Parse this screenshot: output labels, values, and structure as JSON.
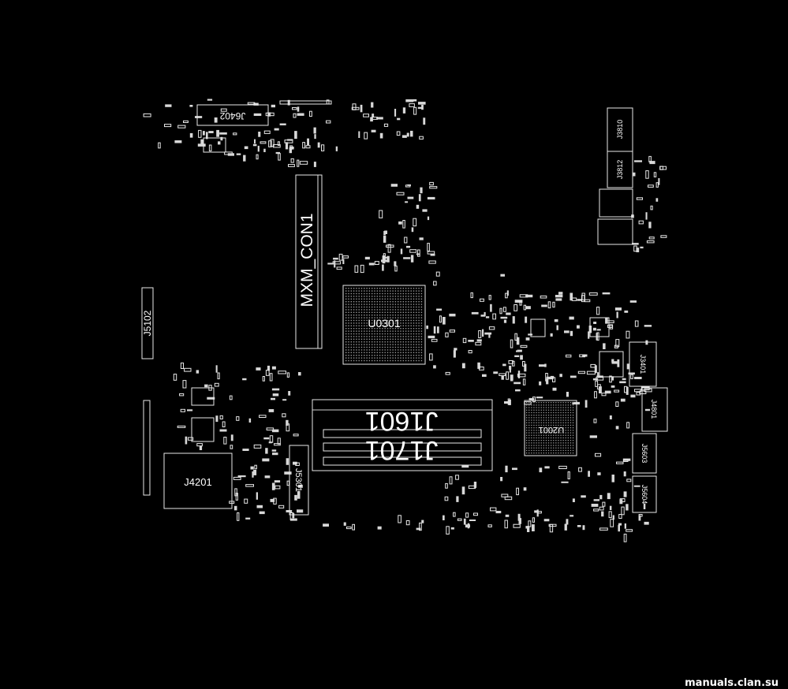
{
  "board": {
    "connectors": {
      "mxm": "MXM_CON1",
      "j6402": "J6402",
      "j5102": "J5102",
      "j4201": "J4201",
      "j5301": "J5301",
      "j1601": "J1601",
      "j1701": "J1701",
      "j3810": "J3810",
      "j3812": "J3812",
      "j3401": "J3401",
      "j4801": "J4801",
      "j5603": "J5603",
      "j5604": "J5604"
    },
    "chips": {
      "u0301": "U0301",
      "u2001": "U2001"
    }
  },
  "watermark": "manuals.clan.su",
  "colors": {
    "background": "#000000",
    "silkscreen": "#ffffff"
  }
}
